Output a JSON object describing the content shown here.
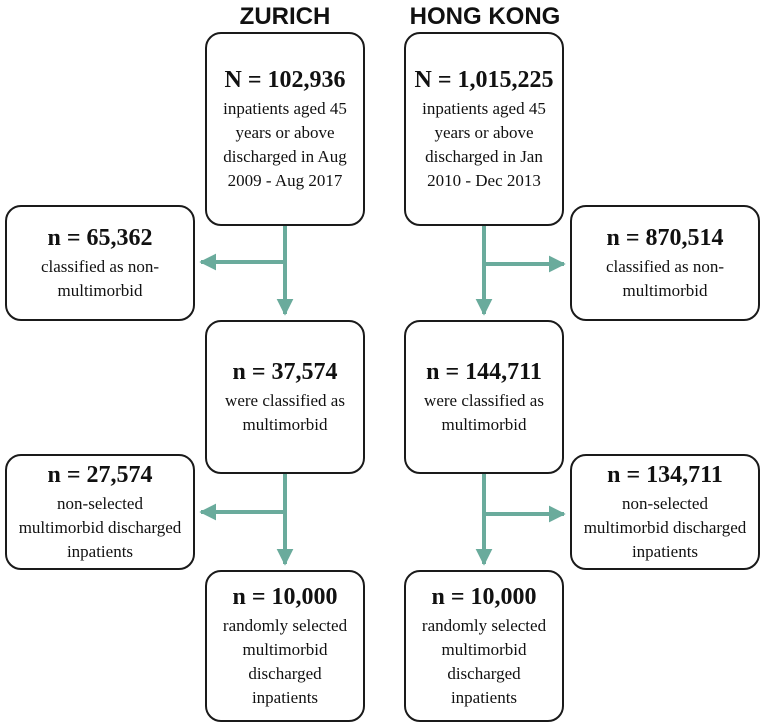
{
  "zurich": {
    "title": "ZURICH",
    "total": {
      "count": "N = 102,936",
      "desc": [
        "inpatients aged 45",
        "years or above",
        "discharged in Aug",
        "2009 - Aug 2017"
      ]
    },
    "excluded": {
      "count": "n = 65,362",
      "desc": [
        "classified as non-",
        "multimorbid"
      ]
    },
    "multimorbid": {
      "count": "n = 37,574",
      "desc": [
        "were classified as",
        "multimorbid"
      ]
    },
    "nonselected": {
      "count": "n = 27,574",
      "desc": [
        "non-selected",
        "multimorbid discharged",
        "inpatients"
      ]
    },
    "selected": {
      "count": "n = 10,000",
      "desc": [
        "randomly selected",
        "multimorbid",
        "discharged",
        "inpatients"
      ]
    }
  },
  "hongkong": {
    "title": "HONG KONG",
    "total": {
      "count": "N = 1,015,225",
      "desc": [
        "inpatients aged 45",
        "years or above",
        "discharged in Jan",
        "2010 - Dec 2013"
      ]
    },
    "excluded": {
      "count": "n = 870,514",
      "desc": [
        "classified as non-",
        "multimorbid"
      ]
    },
    "multimorbid": {
      "count": "n = 144,711",
      "desc": [
        "were classified as",
        "multimorbid"
      ]
    },
    "nonselected": {
      "count": "n = 134,711",
      "desc": [
        "non-selected",
        "multimorbid discharged",
        "inpatients"
      ]
    },
    "selected": {
      "count": "n = 10,000",
      "desc": [
        "randomly selected",
        "multimorbid",
        "discharged",
        "inpatients"
      ]
    }
  },
  "arrow_color": "#6aab9c"
}
